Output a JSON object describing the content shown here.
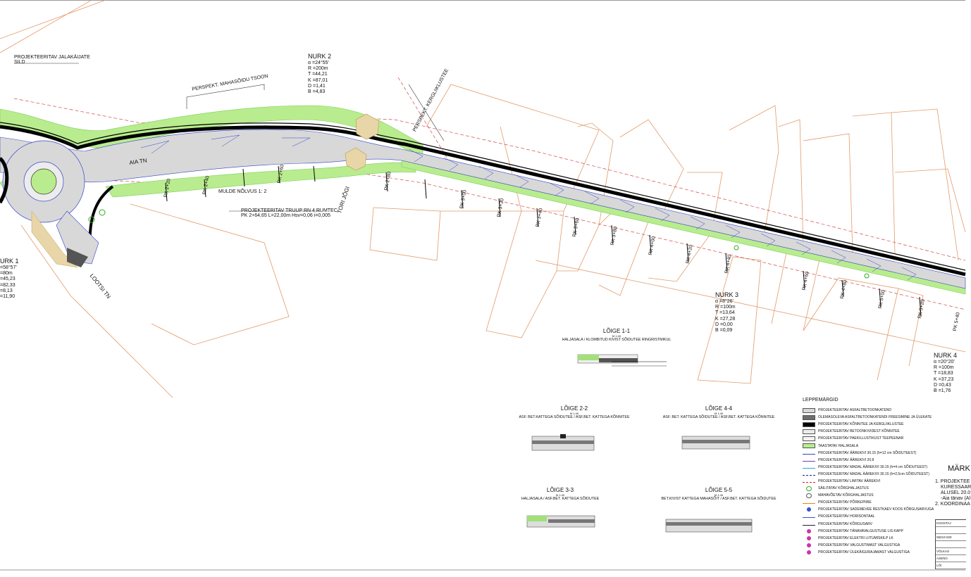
{
  "labels": {
    "bridge": "PROJEKTEERITAV JALAKÄIJATE",
    "bridge2": "SILD",
    "perspective": "PERSPEKT. MAHASÕIDU TSOON",
    "perspective2": "PERSPEKT. KERGLIIKLUSTEE",
    "street_aia": "AIA TN",
    "street_lootsi": "LOOTSI TN",
    "river": "TORI JÕGI",
    "slope": "MULDE NÕLVUS 1: 2",
    "culvert": "PROJEKTEERITAV TRUUP RN 4 RUMTEC",
    "culvert2": "PK 2+64,65 L=22,00m Hsv=0,06 i=0,005"
  },
  "curves": {
    "nurk1": {
      "title": "URK 1",
      "l1": "=58°57'",
      "l2": "=80m",
      "l3": "=45,23",
      "l4": "=82,33",
      "l5": "=8,13",
      "l6": "=11,90"
    },
    "nurk2": {
      "title": "NURK 2",
      "l1": "α =24°55'",
      "l2": "R =200m",
      "l3": "T =44,21",
      "l4": "K =87,01",
      "l5": "D =1,41",
      "l6": "B =4,83"
    },
    "nurk3": {
      "title": "NURK 3",
      "l1": "α =8°26'",
      "l2": "R =100m",
      "l3": "T =13,64",
      "l4": "K =27,28",
      "l5": "D =0,00",
      "l6": "B =0,09"
    },
    "nurk4": {
      "title": "NURK 4",
      "l1": "α =20°20'",
      "l2": "R =100m",
      "l3": "T =18,83",
      "l4": "K =37,23",
      "l5": "D =0,43",
      "l6": "B =1,76"
    }
  },
  "chainage": [
    "PK 2+20",
    "PK 2+40",
    "PK 2+60",
    "PK 2+80",
    "PK 3+00",
    "PK 3+20",
    "PK 3+40",
    "PK 3+60",
    "PK 3+80",
    "PK 4+00",
    "PK 4+20",
    "PK 4+40",
    "PK 4+60",
    "PK 4+80",
    "PK 5+00",
    "PK 5+20",
    "PK 5+40"
  ],
  "sections": {
    "s11": {
      "title": "LÕIGE 1-1",
      "scale": "M 1:40",
      "desc": "HALJASALA / KLOMBITUD KIVIST SÕIDUTEE RINGRISTMIKUL"
    },
    "s22": {
      "title": "LÕIGE 2-2",
      "scale": "M 1:40",
      "desc": "ASF. BET.KATTEGA SÕIDUTEE / ASF.BET. KATTEGA KÕNNITEE"
    },
    "s44": {
      "title": "LÕIGE 4-4",
      "scale": "M 1:40",
      "desc": "ASF. BET. KATTEGA SÕIDUTEE / ASF.BET. KATTEGA KÕNNITEE"
    },
    "s33": {
      "title": "LÕIGE 3-3",
      "scale": "M 1:40",
      "desc": "HALJASALA / ASF.BET. KATTEGA SÕIDUTEE"
    },
    "s55": {
      "title": "LÕIGE 5-5",
      "scale": "M 1:40",
      "desc": "BET.KIVIST KATTEGA MAHASÕIT / ASF.BET. KATTEGA SÕIDUTEE"
    }
  },
  "legend": {
    "title": "LEPPEMÄRGID",
    "items": [
      {
        "text": "PROJEKTEERITAV ASFALTBETOONKATEND",
        "color": "#d8d8d8",
        "style": "fill"
      },
      {
        "text": "OLEMASOLEVA ASFALTBETOONKATENDI FREESIMINE JA ÜLEKATE",
        "color": "#6e6e6e",
        "style": "fill"
      },
      {
        "text": "PROJEKTEERITAV KÕNNITEE JA KERGLIIKLUSTEE",
        "color": "#000000",
        "style": "fill"
      },
      {
        "text": "PROJEKTEERITAV BETOONKIVIDEST KÕNNITEE",
        "color": "#ececec",
        "style": "fill"
      },
      {
        "text": "PROJEKTEERITAV PAEKILLUSTIKUST TEEPEENAR",
        "color": "#f4f4f4",
        "style": "fill"
      },
      {
        "text": "TAASTATAV HALJASALA",
        "color": "#b9ec8e",
        "style": "fill"
      },
      {
        "text": "PROJEKTEERITAV ÄÄREKIVI 30.15 (h=12 cm SÕIDUTEEST)",
        "color": "#3344cc",
        "style": "line"
      },
      {
        "text": "PROJEKTEERITAV ÄÄREKIVI 20.8",
        "color": "#7a3fa0",
        "style": "line"
      },
      {
        "text": "PROJEKTEERITAV MADAL ÄÄREKIVI 30.15 (h=4 cm SÕIDUTEEST)",
        "color": "#2fa8d8",
        "style": "line"
      },
      {
        "text": "PROJEKTEERITAV MADAL ÄÄREKIVI 30.15 (h=2,5cm SÕIDUTEEST)",
        "color": "#222288",
        "style": "dash"
      },
      {
        "text": "PROJEKTEERITAV LIMITAV ÄÄREKIVI",
        "color": "#cc2222",
        "style": "dash"
      },
      {
        "text": "SÄILITATAV KÕRGHALJASTUS",
        "color": "#33aa22",
        "style": "circle"
      },
      {
        "text": "MAHAVÕETAV KÕRGHALJASTUS",
        "color": "#555555",
        "style": "circle"
      },
      {
        "text": "PROJEKTEERITAV PÕRKEPIIRE",
        "color": "#e08a20",
        "style": "line"
      },
      {
        "text": "PROJEKTEERITAV SADEMEVEE RESTKAEV KOOS KÕRGUSARVUGA",
        "color": "#3355cc",
        "style": "dot"
      },
      {
        "text": "PROJEKTEERITAV HORISONTAAL",
        "color": "#3355cc",
        "style": "line"
      },
      {
        "text": "PROJEKTEERITAV KÕRGUSARV",
        "color": "#222222",
        "style": "line"
      },
      {
        "text": "PROJEKTEERITAV TÄNAVAVALGUSTUSE LIS KAPP",
        "color": "#cc33aa",
        "style": "dot"
      },
      {
        "text": "PROJEKTEERITAV ELEKTRI LIITUMISKILP LK",
        "color": "#cc33aa",
        "style": "dot"
      },
      {
        "text": "PROJEKTEERITAV VALGUSTIMAST VALGUSTIGA",
        "color": "#cc33aa",
        "style": "dot"
      },
      {
        "text": "PROJEKTEERITAV ÜLEKÄIGURAJAMAST VALGUSTIGA",
        "color": "#cc33aa",
        "style": "dot"
      }
    ]
  },
  "notes": {
    "heading": "MÄRK",
    "n1": "1. PROJEKTEE",
    "n1b": "KURESSAAR",
    "n1c": "ALUSEL 20.0",
    "n1d": "-Aia tänav (Al",
    "n2": "2. KOORDINAA"
  },
  "titleblock": [
    "KOOSTAJ",
    "",
    "08210-020",
    "",
    "VÕLKAS",
    "ASENO",
    "LÕI"
  ]
}
